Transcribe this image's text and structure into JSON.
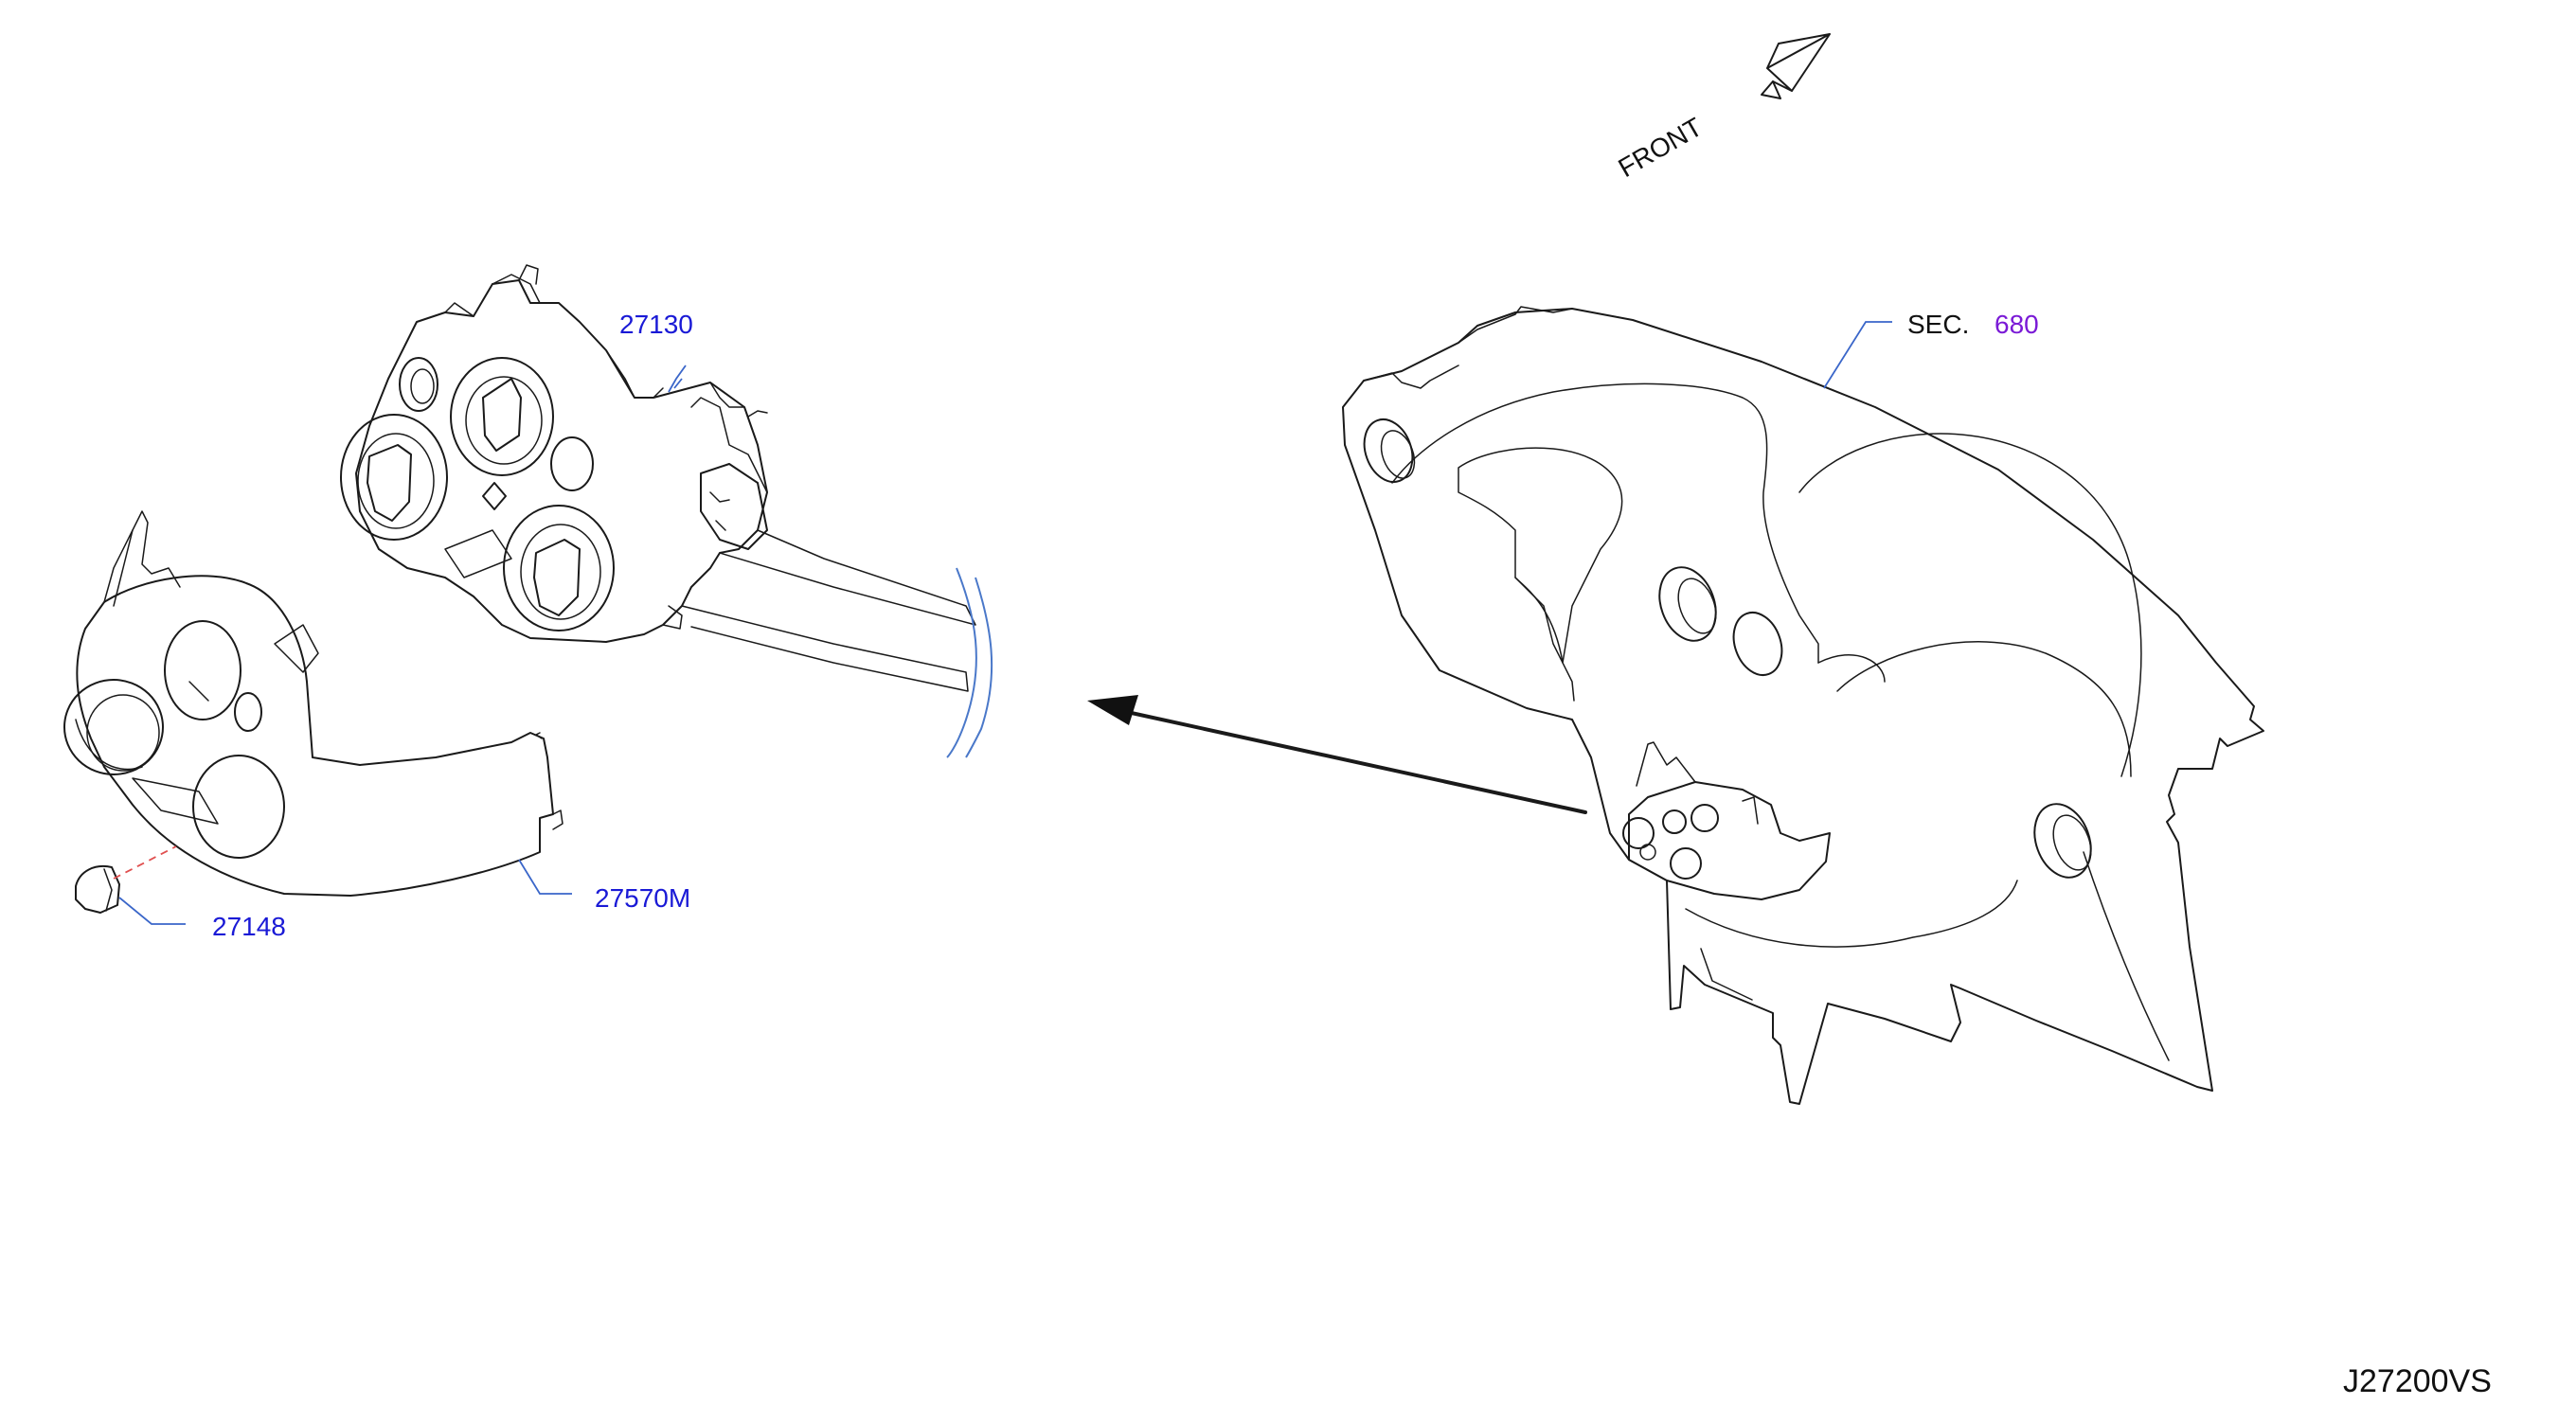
{
  "labels": {
    "front": "FRONT",
    "sec_prefix": "SEC.",
    "sec_number": "680",
    "p27130": "27130",
    "p27570m": "27570M",
    "p27148": "27148",
    "diagram_id": "J27200VS"
  },
  "colors": {
    "part_label": "#1a1ad6",
    "section_ref": "#7a1ad6",
    "leader": "#3a66c9",
    "dash_line": "#e05050",
    "cable_break": "#4a78c9"
  },
  "icons": [
    "front-direction-arrow-icon",
    "assembly-arrow-icon"
  ]
}
